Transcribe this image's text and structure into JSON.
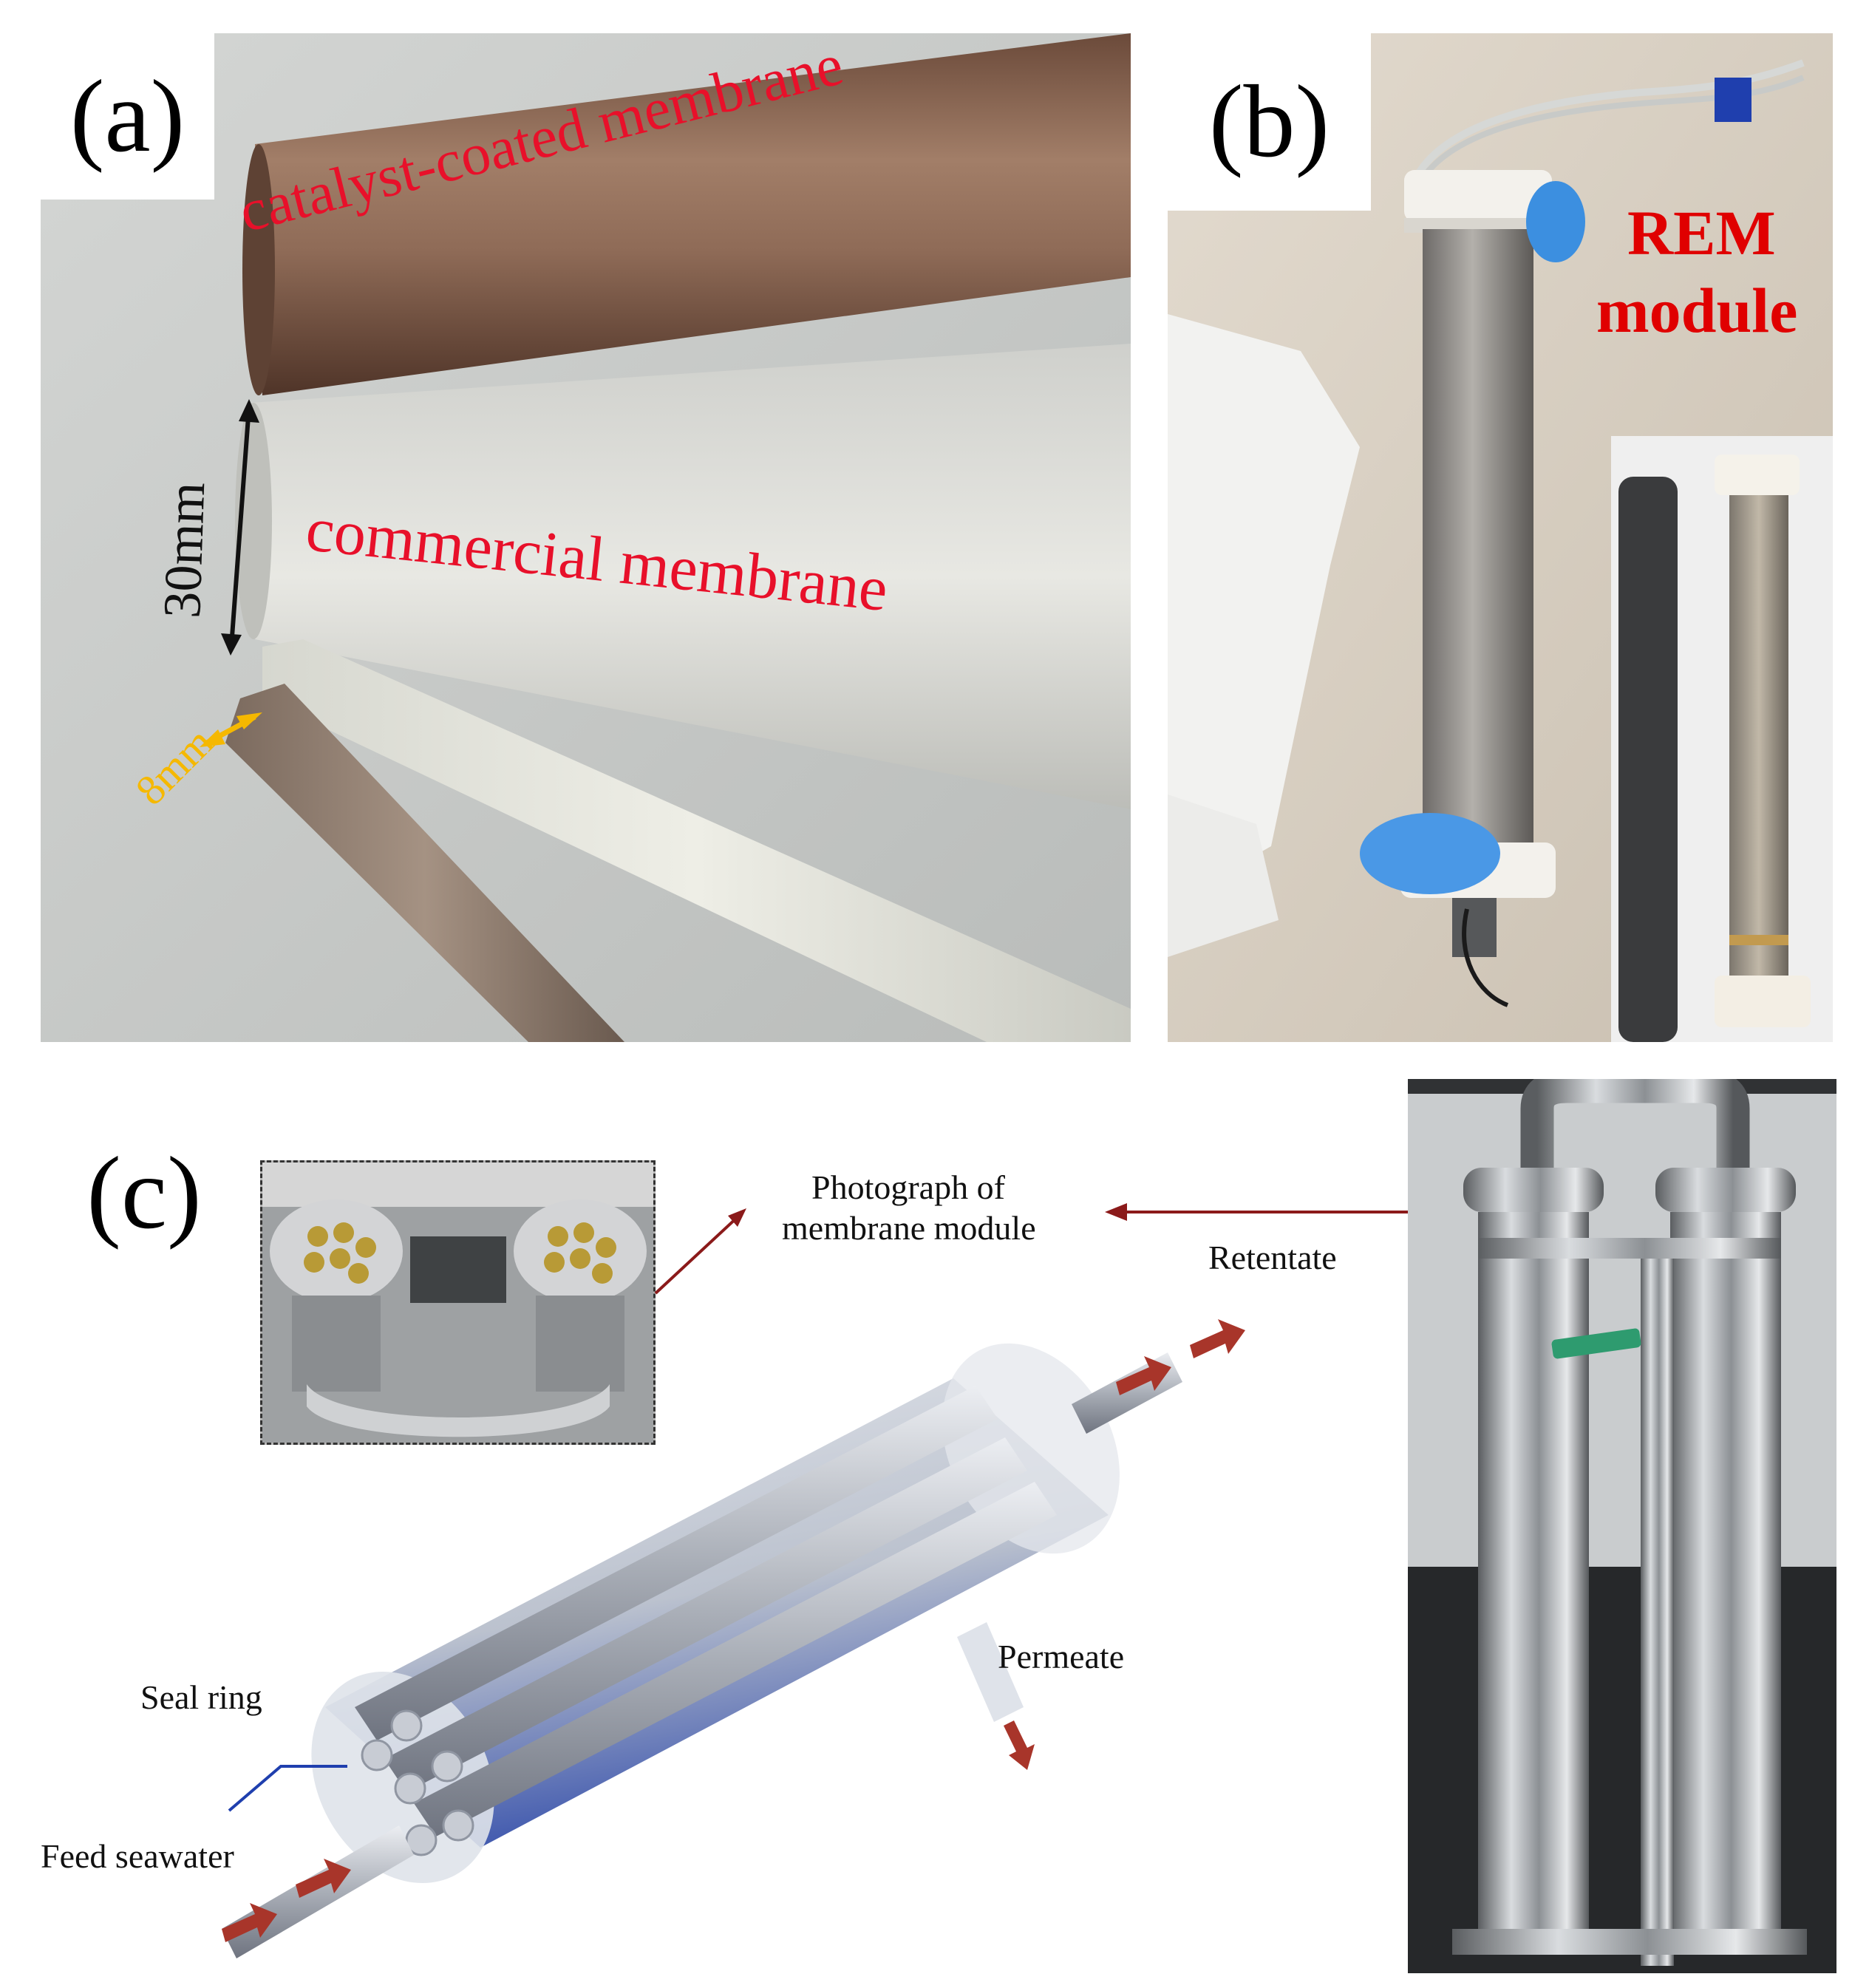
{
  "panel_a": {
    "label": "(a)",
    "catalyst_label": "catalyst-coated membrane",
    "commercial_label": "commercial membrane",
    "dim_large": "30mm",
    "dim_small": "8mm"
  },
  "panel_b": {
    "label": "(b)",
    "title_line1": "REM",
    "title_line2": "module"
  },
  "panel_c": {
    "label": "(c)",
    "photo_caption_line1": "Photograph of",
    "photo_caption_line2": "membrane module",
    "retentate": "Retentate",
    "permeate": "Permeate",
    "seal_ring": "Seal ring",
    "feed": "Feed seawater"
  },
  "colors": {
    "label_red": "#e8102a",
    "panel_b_red": "#e00000",
    "dim_yellow": "#f5b800",
    "arrow_red": "#a8352a"
  }
}
